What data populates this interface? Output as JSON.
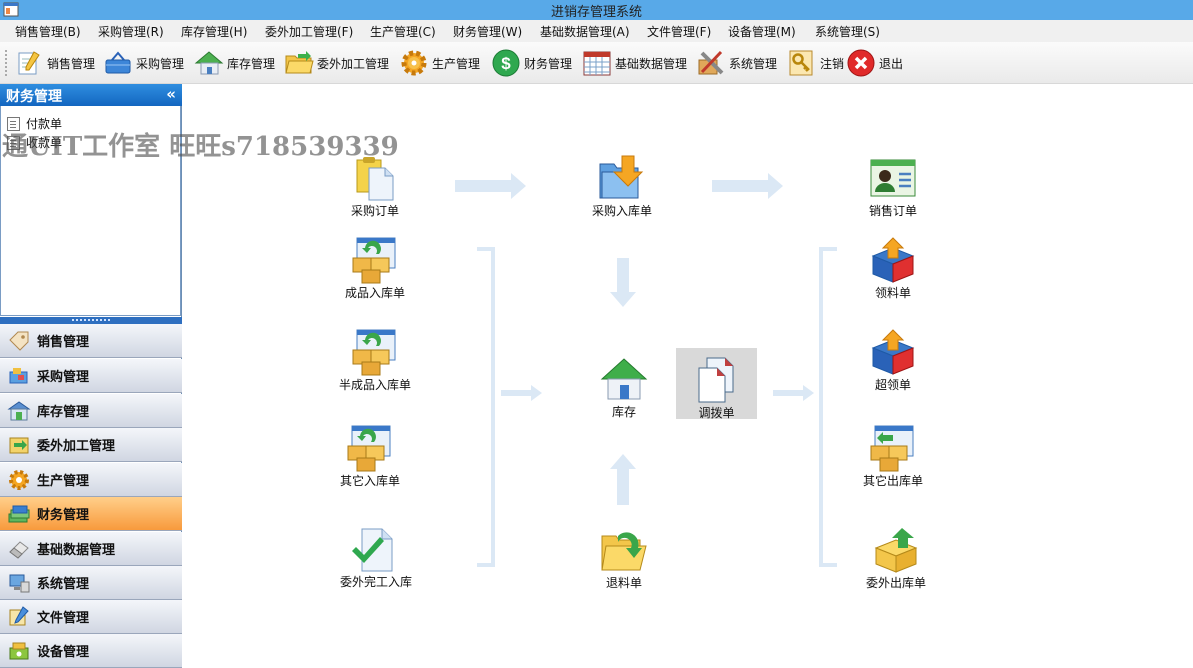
{
  "window": {
    "title": "进销存管理系统"
  },
  "menu": [
    "销售管理(B)",
    "采购管理(R)",
    "库存管理(H)",
    "委外加工管理(F)",
    "生产管理(C)",
    "财务管理(W)",
    "基础数据管理(A)",
    "文件管理(F)",
    "设备管理(M)",
    "系统管理(S)"
  ],
  "toolbar": [
    {
      "label": "销售管理",
      "icon": "edit-notebook-icon"
    },
    {
      "label": "采购管理",
      "icon": "basket-icon"
    },
    {
      "label": "库存管理",
      "icon": "house-icon"
    },
    {
      "label": "委外加工管理",
      "icon": "folder-icon"
    },
    {
      "label": "生产管理",
      "icon": "gear-icon"
    },
    {
      "label": "财务管理",
      "icon": "dollar-icon"
    },
    {
      "label": "基础数据管理",
      "icon": "calendar-grid-icon"
    },
    {
      "label": "系统管理",
      "icon": "tools-icon"
    },
    {
      "label": "注销",
      "icon": "key-icon"
    },
    {
      "label": "退出",
      "icon": "close-icon"
    }
  ],
  "sidebar": {
    "header": "财务管理",
    "collapse_glyph": "«",
    "tree": [
      "付款单",
      "收款单"
    ],
    "nav": [
      {
        "label": "销售管理",
        "icon": "tag-icon",
        "active": false
      },
      {
        "label": "采购管理",
        "icon": "cart-icon",
        "active": false
      },
      {
        "label": "库存管理",
        "icon": "warehouse-icon",
        "active": false
      },
      {
        "label": "委外加工管理",
        "icon": "outsource-icon",
        "active": false
      },
      {
        "label": "生产管理",
        "icon": "gear-icon",
        "active": false
      },
      {
        "label": "财务管理",
        "icon": "money-stack-icon",
        "active": true
      },
      {
        "label": "基础数据管理",
        "icon": "eraser-icon",
        "active": false
      },
      {
        "label": "系统管理",
        "icon": "computer-icon",
        "active": false
      },
      {
        "label": "文件管理",
        "icon": "file-edit-icon",
        "active": false
      },
      {
        "label": "设备管理",
        "icon": "equipment-icon",
        "active": false
      }
    ]
  },
  "watermark": "通UIT工作室 旺旺s718539339",
  "flow": {
    "purchase_order": "采购订单",
    "purchase_receipt": "采购入库单",
    "sales_order": "销售订单",
    "finished_receipt": "成品入库单",
    "semi_receipt": "半成品入库单",
    "other_receipt": "其它入库单",
    "outsource_done_receipt": "委外完工入库",
    "inventory": "库存",
    "transfer": "调拨单",
    "return_material": "退料单",
    "requisition": "领料单",
    "over_requisition": "超领单",
    "other_issue": "其它出库单",
    "outsource_issue": "委外出库单"
  },
  "colors": {
    "titlebar": "#58a9e8",
    "sidebar_header": "#1b72c8",
    "nav_active": "#f89a3c",
    "flow_arrow": "#dbe8f5"
  }
}
